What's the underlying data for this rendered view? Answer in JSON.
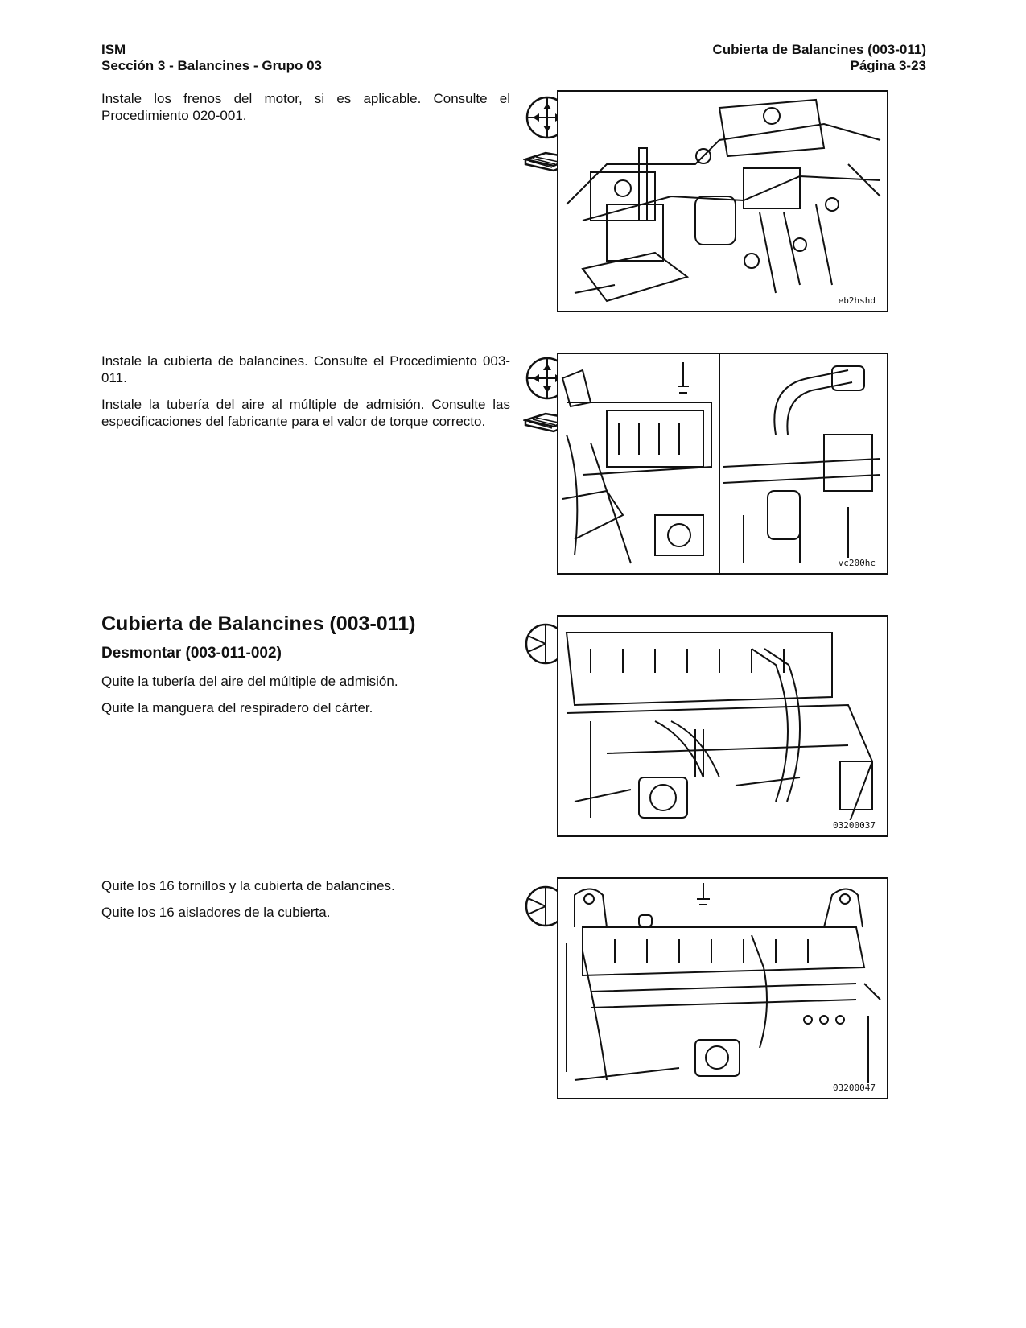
{
  "header": {
    "left_line1": "ISM",
    "left_line2": "Sección 3 - Balancines - Grupo 03",
    "right_line1": "Cubierta de Balancines (003-011)",
    "right_line2": "Página 3-23"
  },
  "steps": [
    {
      "paragraphs": [
        "Instale los frenos del motor, si es aplicable. Consulte el Procedimiento 020-001."
      ],
      "icons": [
        "tool-icon",
        "manual-icon"
      ],
      "figure_code": "eb2hshd"
    },
    {
      "paragraphs": [
        "Instale la cubierta de balancines. Consulte el Procedimiento 003-011.",
        "Instale la tubería del aire al múltiple de admisión. Consulte las especificaciones del fabricante para el valor de torque correcto."
      ],
      "icons": [
        "tool-icon",
        "manual-icon"
      ],
      "figure_code": "vc200hc"
    },
    {
      "section_title": "Cubierta de Balancines (003-011)",
      "subsection_title": "Desmontar (003-011-002)",
      "paragraphs": [
        "Quite la tubería del aire del múltiple de admisión.",
        "Quite la manguera del respiradero del cárter."
      ],
      "icons": [
        "remove-icon"
      ],
      "figure_code": "03200037"
    },
    {
      "paragraphs": [
        "Quite los 16 tornillos y la cubierta de balancines.",
        "Quite los 16 aisladores de la cubierta."
      ],
      "icons": [
        "remove-icon"
      ],
      "figure_code": "03200047"
    }
  ]
}
